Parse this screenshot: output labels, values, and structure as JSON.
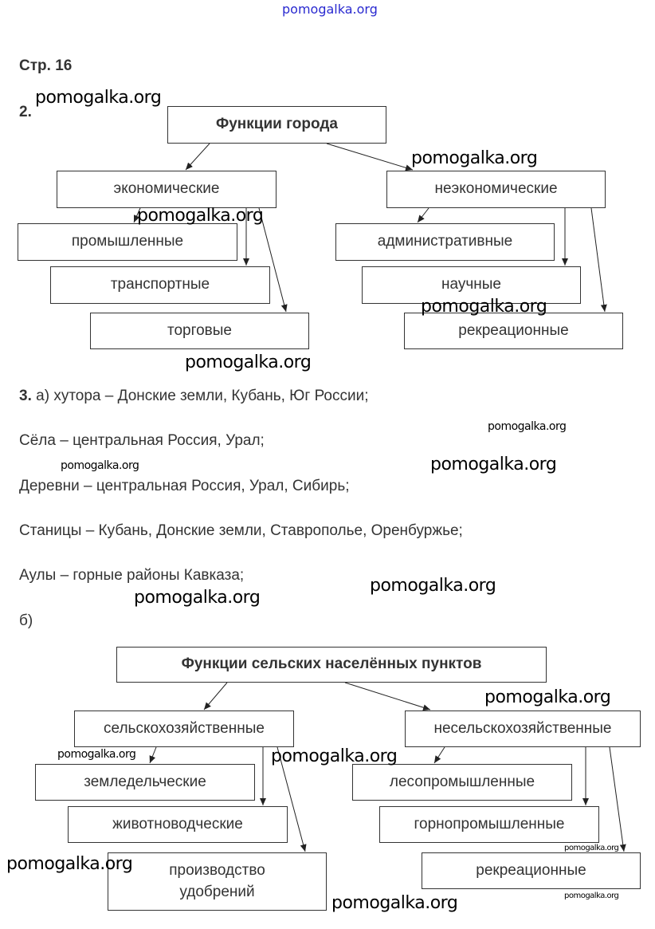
{
  "header_watermark": "pomogalka.org",
  "page_label": "Стр. 16",
  "task2": {
    "number": "2.",
    "root": "Функции города",
    "left": {
      "label": "экономические",
      "children": [
        "промышленные",
        "транспортные",
        "торговые"
      ]
    },
    "right": {
      "label": "неэкономические",
      "children": [
        "административные",
        "научные",
        "рекреационные"
      ]
    }
  },
  "task3": {
    "number": "3.",
    "lines": [
      "а) хутора – Донские земли, Кубань, Юг России;",
      "Сёла – центральная Россия, Урал;",
      "Деревни – центральная Россия, Урал, Сибирь;",
      "Станицы – Кубань, Донские земли, Ставрополье, Оренбуржье;",
      "Аулы – горные районы Кавказа;"
    ],
    "part_b": "б)",
    "root": "Функции сельских населённых пунктов",
    "left": {
      "label": "сельскохозяйственные",
      "children": [
        "земледельческие",
        "животноводческие",
        "производство удобрений"
      ]
    },
    "right": {
      "label": "несельскохозяйственные",
      "children": [
        "лесопромышленные",
        "горнопромышленные",
        "рекреационные"
      ]
    }
  },
  "watermark": "pomogalka.org"
}
